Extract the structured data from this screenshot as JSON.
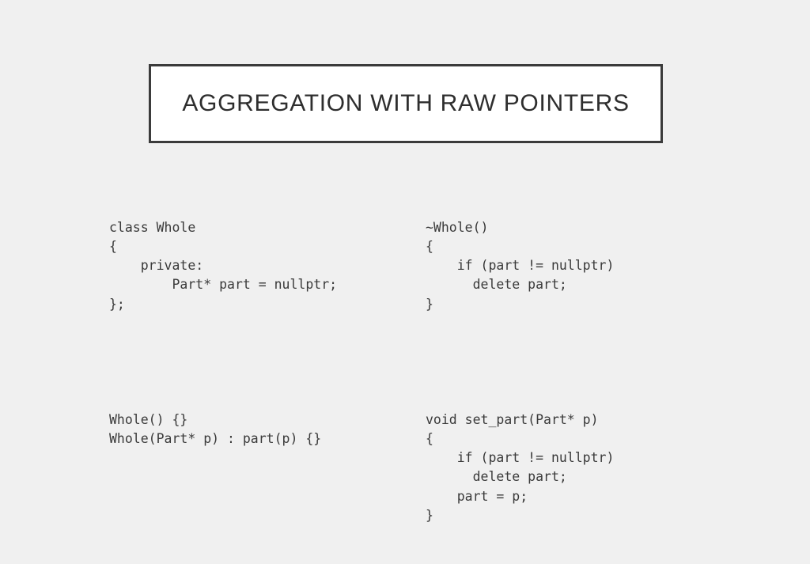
{
  "slide": {
    "background_color": "#f0f0f0",
    "title": {
      "text": "AGGREGATION WITH RAW POINTERS",
      "border_color": "#3b3b3b",
      "fill_color": "#ffffff",
      "text_color": "#2e2e2e"
    },
    "code": {
      "text_color": "#3a3a3a",
      "left_column": {
        "block_1": "class Whole\n{\n    private:\n        Part* part = nullptr;\n};",
        "block_2": "Whole() {}\nWhole(Part* p) : part(p) {}"
      },
      "right_column": {
        "block_1": "~Whole()\n{\n    if (part != nullptr)\n      delete part;\n}",
        "block_2": "void set_part(Part* p)\n{\n    if (part != nullptr)\n      delete part;\n    part = p;\n}"
      }
    }
  }
}
